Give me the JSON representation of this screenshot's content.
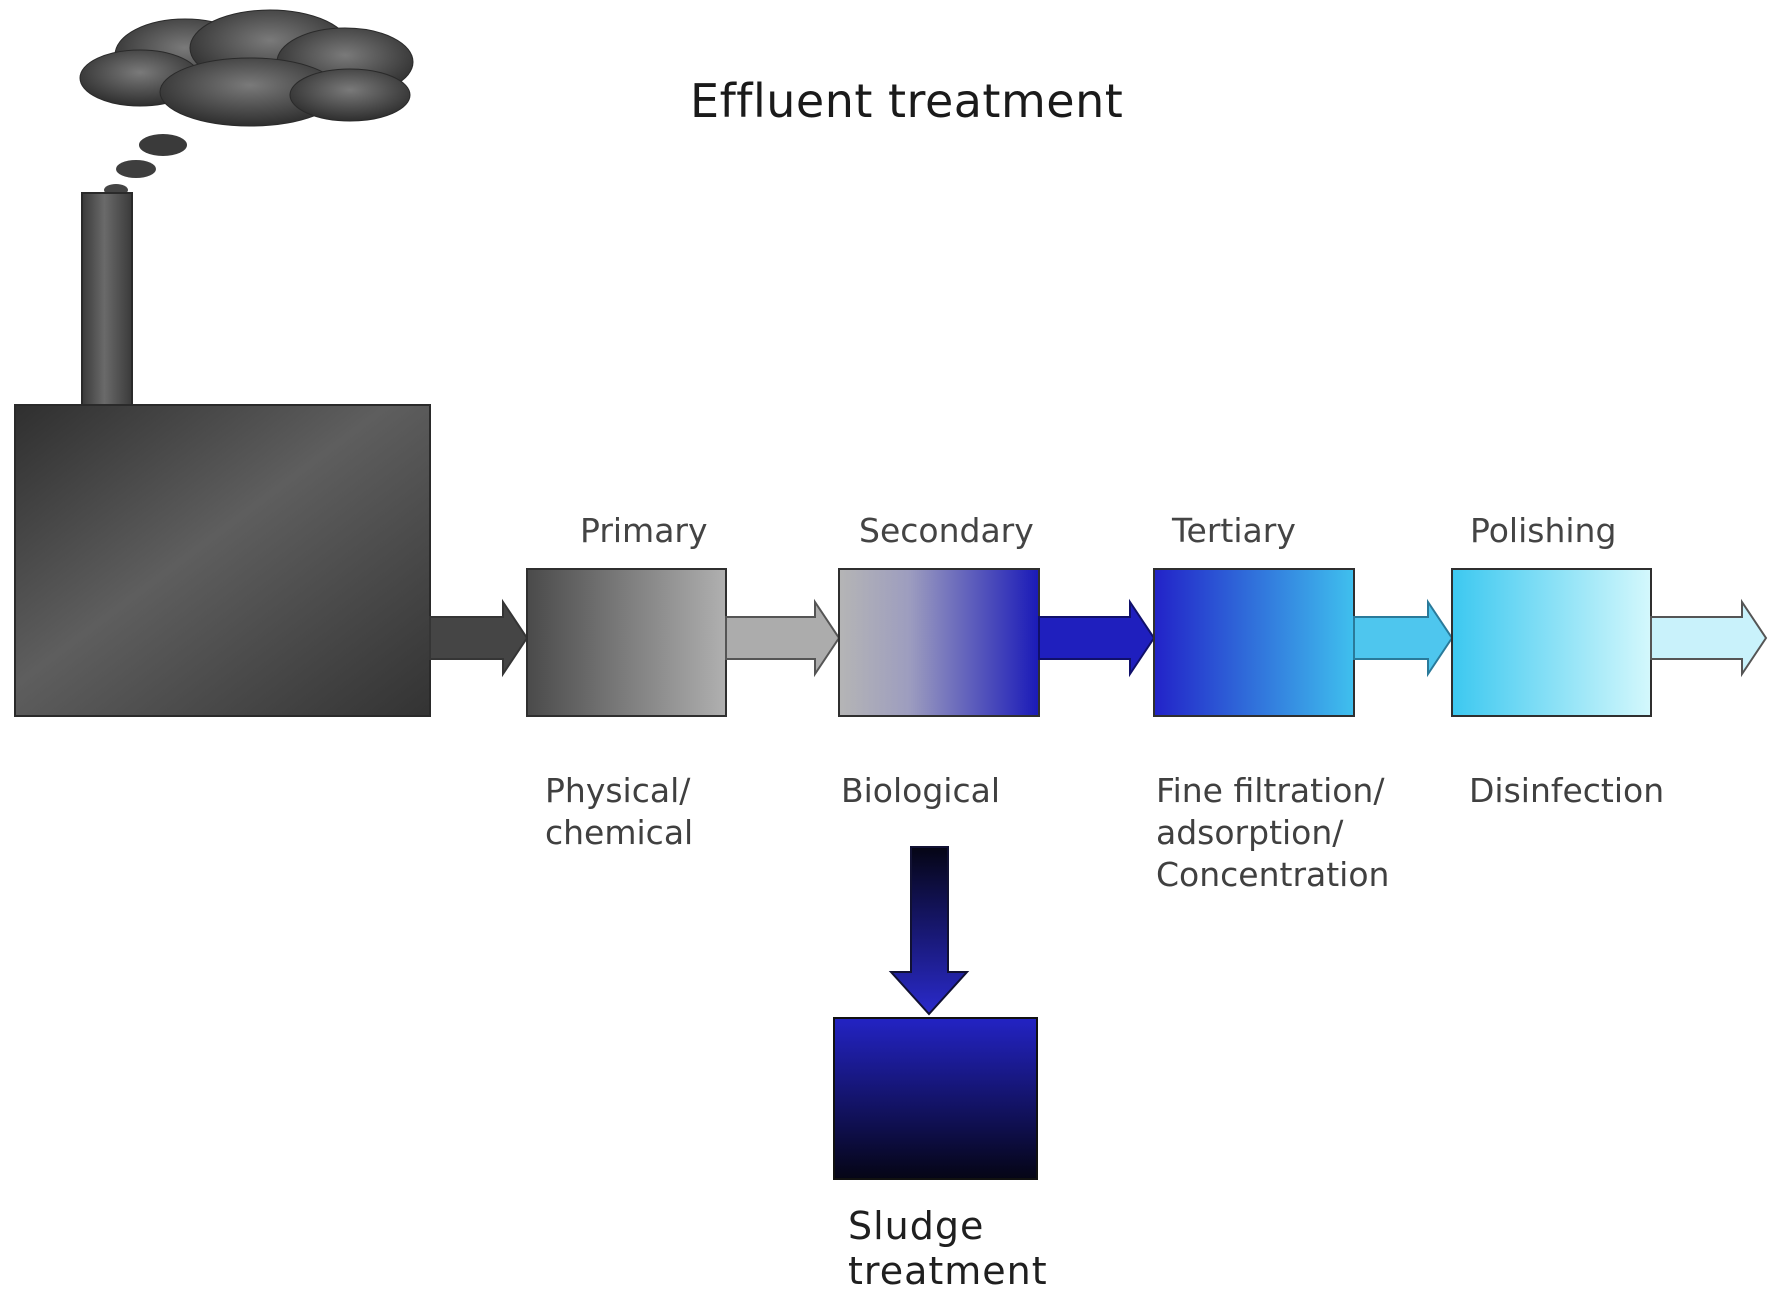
{
  "title": "Effluent treatment",
  "stages": [
    {
      "name": "Primary",
      "description": "Physical/\nchemical"
    },
    {
      "name": "Secondary",
      "description": "Biological"
    },
    {
      "name": "Tertiary",
      "description": "Fine filtration/\nadsorption/\nConcentration"
    },
    {
      "name": "Polishing",
      "description": "Disinfection"
    }
  ],
  "sludge": {
    "label": "Sludge\ntreatment"
  },
  "icons": [
    "factory-icon",
    "smoke-cloud-icon",
    "chimney-icon"
  ],
  "colors": {
    "factory": "#3f3f3f",
    "primary_start": "#4a4a4a",
    "primary_end": "#b0b0b0",
    "secondary_start": "#b5b5b5",
    "secondary_end": "#1a1ab8",
    "tertiary_start": "#2222c8",
    "tertiary_end": "#3fc0ee",
    "polishing_start": "#3cc8f0",
    "polishing_end": "#d4f8fc",
    "sludge_top": "#2323c4",
    "sludge_bottom": "#050515"
  }
}
